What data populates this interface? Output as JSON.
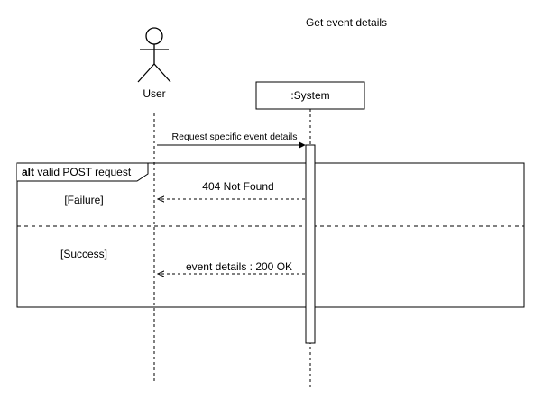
{
  "diagram": {
    "title": "Get event details",
    "actor": {
      "label": "User"
    },
    "system": {
      "label": ":System"
    },
    "request_message": "Request specific event details",
    "alt_fragment": {
      "operator": "alt",
      "condition": "valid POST request",
      "guards": [
        "[Failure]",
        "[Success]"
      ]
    },
    "responses": [
      "404 Not Found",
      "event details : 200 OK"
    ]
  }
}
